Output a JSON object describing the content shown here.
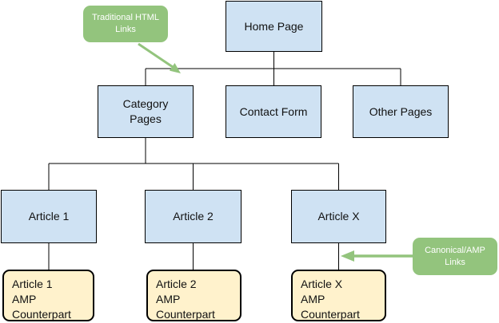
{
  "diagram": {
    "colors": {
      "background": "#ffffff",
      "page_box": "#cfe2f3",
      "amp_box": "#fff2cc",
      "box_border": "#000000",
      "box_text": "#111111",
      "callout": "#93c47d",
      "callout_text": "#ffffff",
      "connector": "#000000"
    },
    "nodes": {
      "home": {
        "label": "Home Page"
      },
      "category": {
        "label": "Category\nPages"
      },
      "contact": {
        "label": "Contact Form"
      },
      "other": {
        "label": "Other Pages"
      },
      "article1": {
        "label": "Article 1"
      },
      "article2": {
        "label": "Article 2"
      },
      "articleX": {
        "label": "Article X"
      },
      "amp1": {
        "label": "Article 1\nAMP\nCounterpart"
      },
      "amp2": {
        "label": "Article 2\nAMP\nCounterpart"
      },
      "ampX": {
        "label": "Article X\nAMP\nCounterpart"
      }
    },
    "callouts": {
      "traditional": {
        "label": "Traditional HTML\nLinks"
      },
      "canonical": {
        "label": "Canonical/AMP\nLinks"
      }
    },
    "edges": [
      "home -> category",
      "home -> contact",
      "home -> other",
      "category -> article1",
      "category -> article2",
      "category -> articleX",
      "article1 -> amp1",
      "article2 -> amp2",
      "articleX -> ampX"
    ]
  }
}
